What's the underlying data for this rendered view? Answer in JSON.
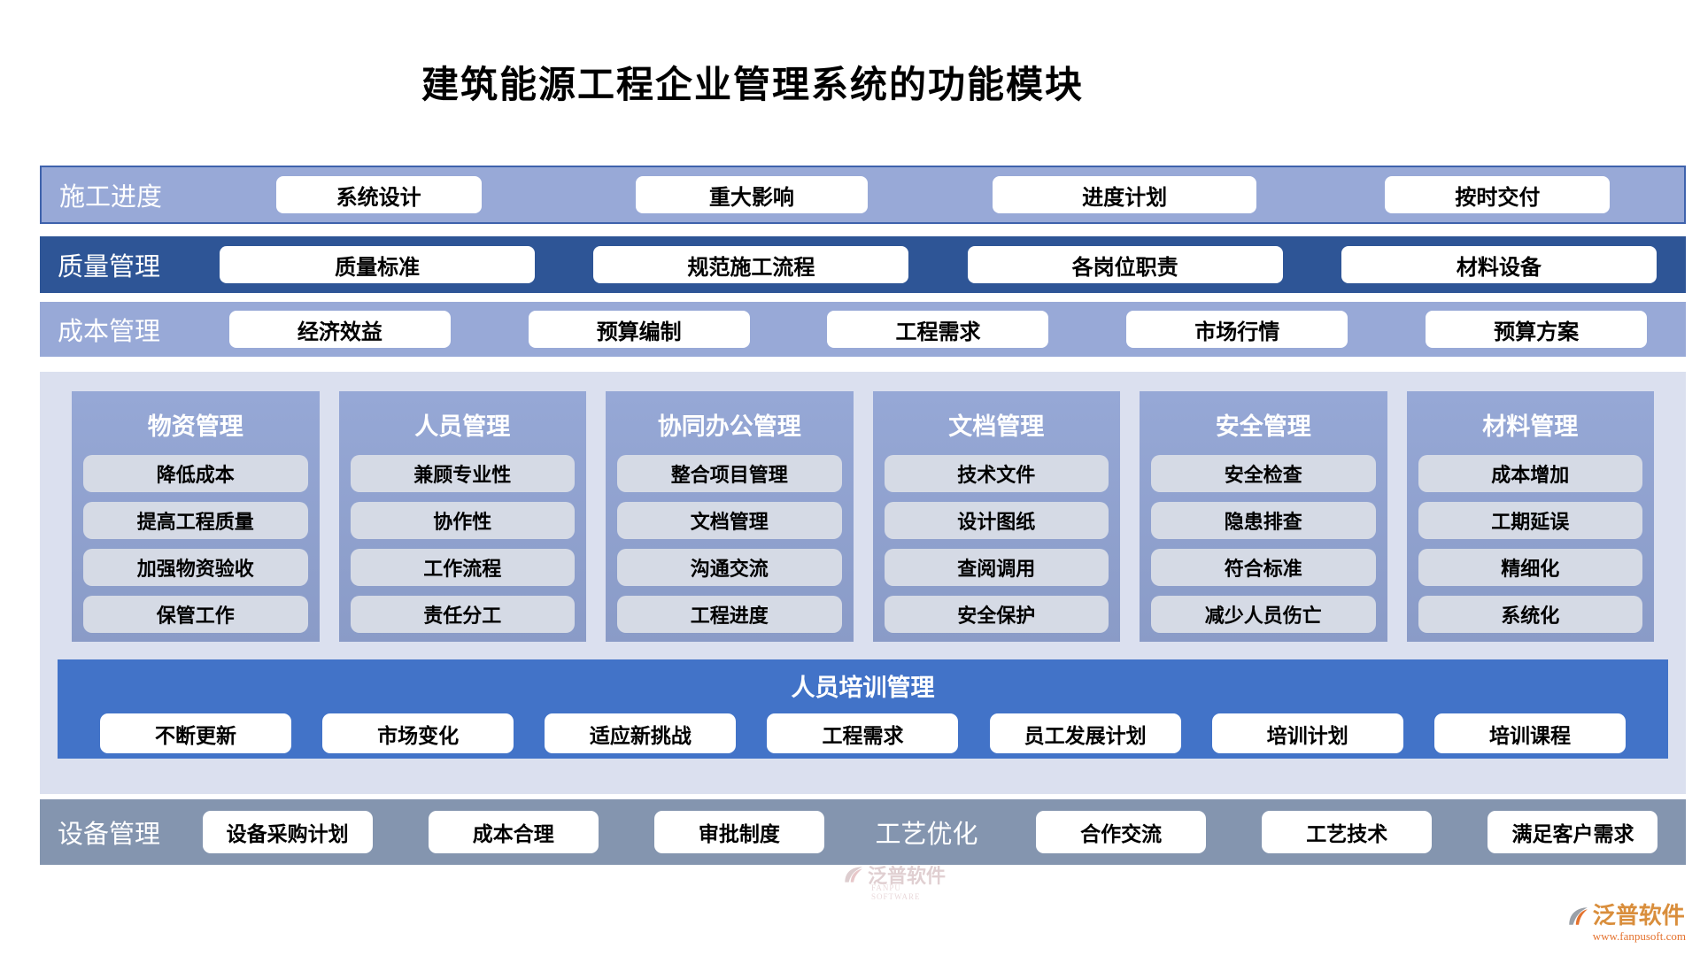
{
  "title": "建筑能源工程企业管理系统的功能模块",
  "rows": [
    {
      "label": "施工进度",
      "items": [
        "系统设计",
        "重大影响",
        "进度计划",
        "按时交付"
      ]
    },
    {
      "label": "质量管理",
      "items": [
        "质量标准",
        "规范施工流程",
        "各岗位职责",
        "材料设备"
      ]
    },
    {
      "label": "成本管理",
      "items": [
        "经济效益",
        "预算编制",
        "工程需求",
        "市场行情",
        "预算方案"
      ]
    }
  ],
  "columns": [
    {
      "title": "物资管理",
      "items": [
        "降低成本",
        "提高工程质量",
        "加强物资验收",
        "保管工作"
      ]
    },
    {
      "title": "人员管理",
      "items": [
        "兼顾专业性",
        "协作性",
        "工作流程",
        "责任分工"
      ]
    },
    {
      "title": "协同办公管理",
      "items": [
        "整合项目管理",
        "文档管理",
        "沟通交流",
        "工程进度"
      ]
    },
    {
      "title": "文档管理",
      "items": [
        "技术文件",
        "设计图纸",
        "查阅调用",
        "安全保护"
      ]
    },
    {
      "title": "安全管理",
      "items": [
        "安全检查",
        "隐患排查",
        "符合标准",
        "减少人员伤亡"
      ]
    },
    {
      "title": "材料管理",
      "items": [
        "成本增加",
        "工期延误",
        "精细化",
        "系统化"
      ]
    }
  ],
  "training": {
    "title": "人员培训管理",
    "items": [
      "不断更新",
      "市场变化",
      "适应新挑战",
      "工程需求",
      "员工发展计划",
      "培训计划",
      "培训课程"
    ]
  },
  "bottom": {
    "groups": [
      {
        "label": "设备管理",
        "items": [
          "设备采购计划",
          "成本合理",
          "审批制度"
        ]
      },
      {
        "label": "工艺优化",
        "items": [
          "合作交流",
          "工艺技术",
          "满足客户需求"
        ]
      }
    ]
  },
  "watermark": {
    "brand": "泛普软件",
    "brand_en": "FANPU SOFTWARE",
    "url": "www.fanpusoft.com"
  },
  "colors": {
    "light_band": "#98A9D7",
    "dark_band": "#2E5596",
    "panel": "#DBE0EF",
    "column": "#8FA2D0",
    "column_item": "#D5DAE5",
    "training_band": "#4273C8",
    "bottom_band": "#8495AF",
    "band_border": "#3E62AC",
    "watermark_orange": "#E4722E"
  }
}
